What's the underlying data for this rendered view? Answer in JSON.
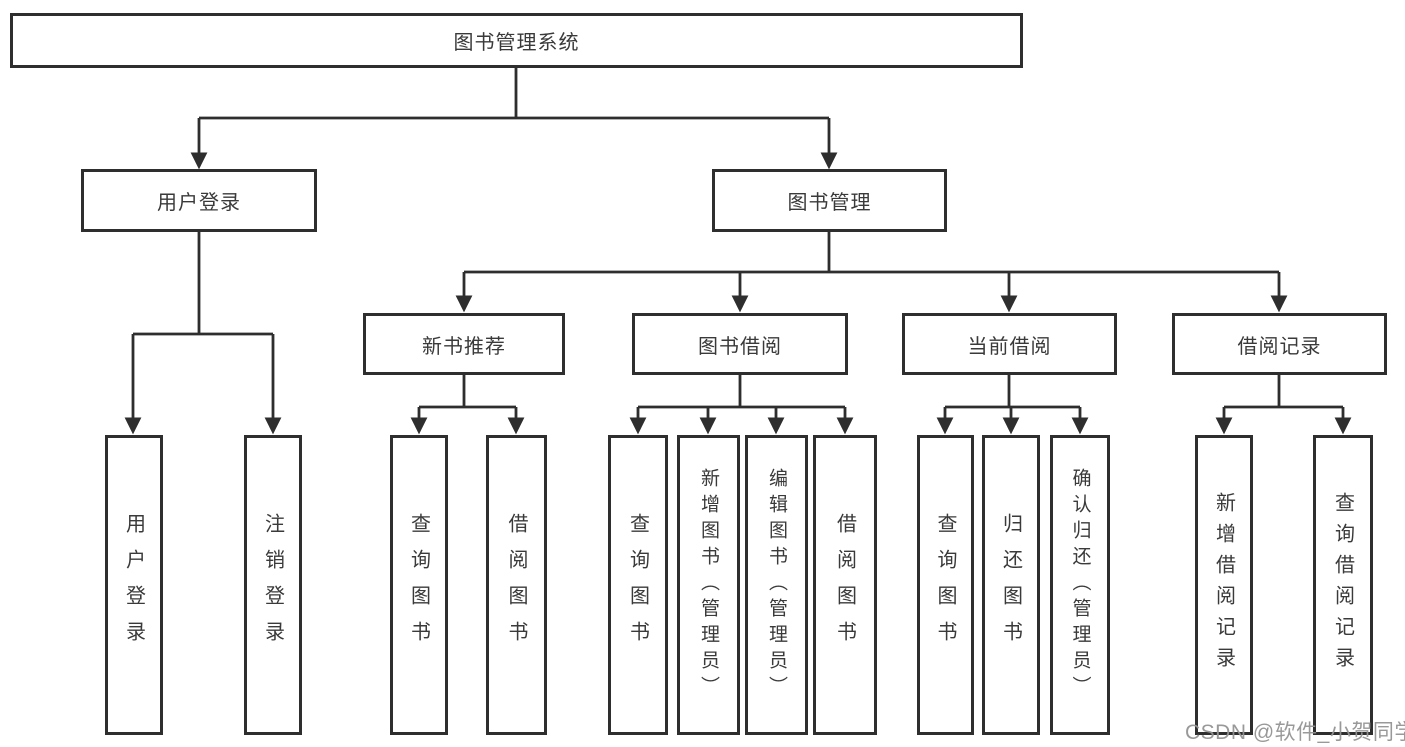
{
  "diagram_type": "hierarchy",
  "colors": {
    "line": "#2e2e2e",
    "text": "#3a3a3a",
    "background": "#ffffff",
    "watermark": "#949494"
  },
  "watermark": {
    "text": "CSDN @软件_小贺同学"
  },
  "tree": {
    "root": "图书管理系统",
    "children": [
      {
        "label": "用户登录",
        "children": [
          "用户登录",
          "注销登录"
        ]
      },
      {
        "label": "图书管理",
        "children": [
          {
            "label": "新书推荐",
            "children": [
              "查询图书",
              "借阅图书"
            ]
          },
          {
            "label": "图书借阅",
            "children": [
              "查询图书",
              "新增图书（管理员）",
              "编辑图书（管理员）",
              "借阅图书"
            ]
          },
          {
            "label": "当前借阅",
            "children": [
              "查询图书",
              "归还图书",
              "确认归还（管理员）"
            ]
          },
          {
            "label": "借阅记录",
            "children": [
              "新增借阅记录",
              "查询借阅记录"
            ]
          }
        ]
      }
    ]
  }
}
